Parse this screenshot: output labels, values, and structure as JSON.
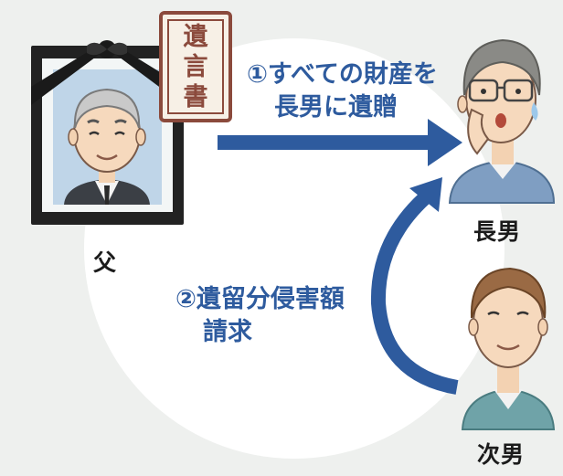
{
  "people": {
    "father": {
      "label": "父"
    },
    "eldest_son": {
      "label": "長男"
    },
    "second_son": {
      "label": "次男"
    }
  },
  "will": {
    "text": [
      "遺",
      "言",
      "書"
    ]
  },
  "flows": [
    {
      "lines": [
        "①すべての財産を",
        "長男に遺贈"
      ]
    },
    {
      "lines": [
        "②遺留分侵害額",
        "請求"
      ]
    }
  ],
  "colors": {
    "background": "#eef0ee",
    "circle": "#ffffff",
    "arrow": "#2e5b9e",
    "will_border": "#8b4a3c",
    "will_paper": "#f7f0e6"
  }
}
